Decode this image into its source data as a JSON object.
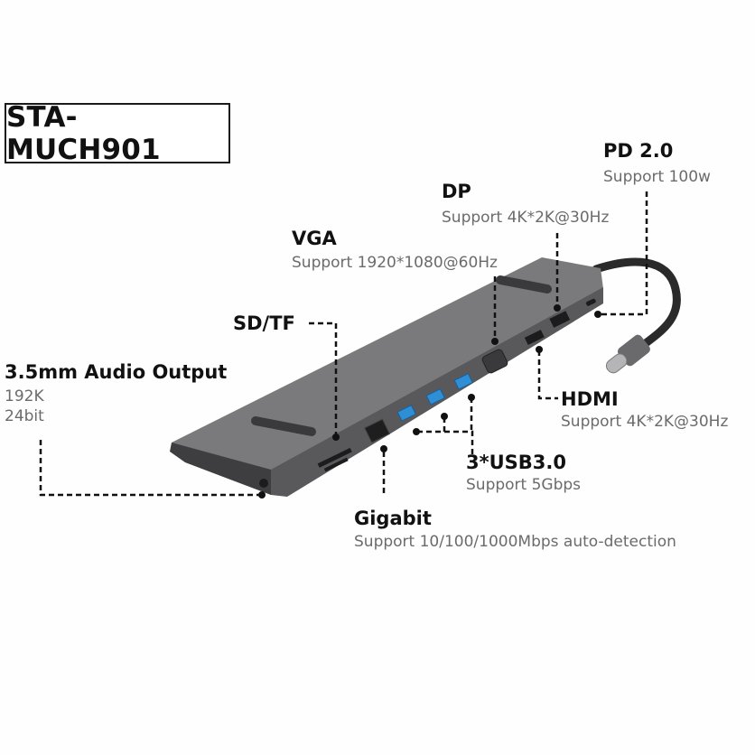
{
  "model": "STA-MUCH901",
  "colors": {
    "background": "#ffffff",
    "device_body": "#6e6e70",
    "device_top": "#7a7a7c",
    "device_edge": "#3e3e40",
    "port_blue": "#2e8fd6",
    "leader_line": "#111111",
    "title_text": "#111111",
    "sub_text": "#6b6b6b"
  },
  "callouts": {
    "pd": {
      "title": "PD 2.0",
      "lines": [
        "Support 100w"
      ]
    },
    "dp": {
      "title": "DP",
      "lines": [
        "Support 4K*2K@30Hz"
      ]
    },
    "vga": {
      "title": "VGA",
      "lines": [
        "Support 1920*1080@60Hz"
      ]
    },
    "sdtf": {
      "title": "SD/TF",
      "lines": []
    },
    "audio": {
      "title": "3.5mm Audio Output",
      "lines": [
        "192K",
        "24bit"
      ]
    },
    "hdmi": {
      "title": "HDMI",
      "lines": [
        "Support 4K*2K@30Hz"
      ]
    },
    "usb": {
      "title": "3*USB3.0",
      "lines": [
        "Support 5Gbps"
      ]
    },
    "gigabit": {
      "title": "Gigabit",
      "lines": [
        "Support 10/100/1000Mbps auto-detection"
      ]
    }
  },
  "device": {
    "name": "USB-C docking station",
    "connector": "USB Type-C",
    "ports": [
      "3.5mm Audio",
      "SD/TF",
      "Gigabit RJ45",
      "USB3.0",
      "USB3.0",
      "USB3.0",
      "VGA",
      "HDMI",
      "DP",
      "PD USB-C"
    ]
  }
}
